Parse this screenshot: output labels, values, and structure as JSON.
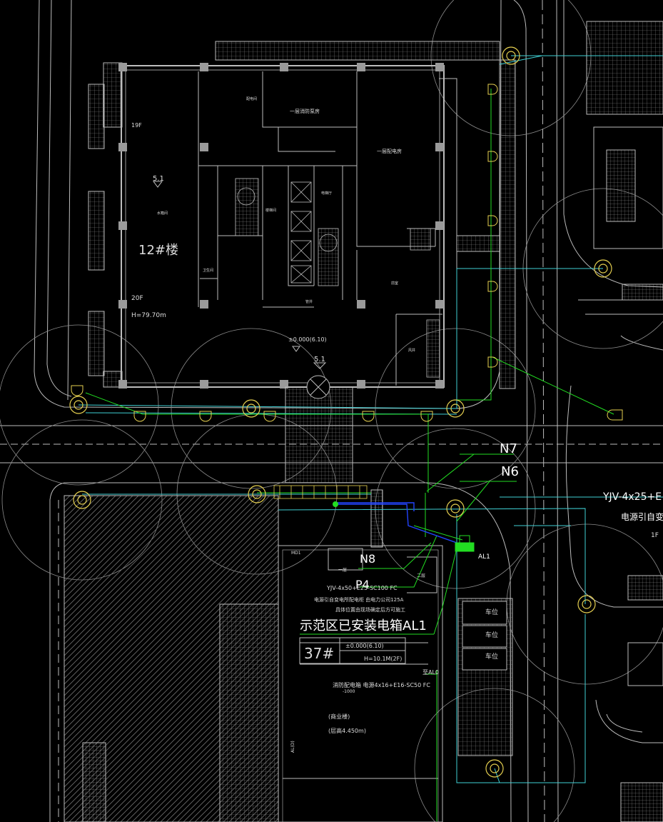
{
  "building_main": {
    "number": "12#楼",
    "floors_top": "19F",
    "floors_bottom": "20F",
    "height": "H=79.70m",
    "grid_mark": "5.1",
    "grid_mark_lower": "5.1",
    "elevation": "±0.000(6.10)",
    "room_fire_pump": "一层消防泵房",
    "room_power": "一层配电房",
    "room_small_a": "配电间",
    "room_small_b": "水箱间",
    "room_small_c": "楼梯间",
    "room_small_d": "电梯厅",
    "room_small_e": "前室",
    "room_small_f": "管井",
    "room_small_g": "风井",
    "room_small_h": "卫生间"
  },
  "circuits": {
    "n7": "N7",
    "n6": "N6",
    "n8": "N8",
    "p4": "P4",
    "al1": "AL1",
    "cable_right": "YJV-4x25+E",
    "cable_right_note": "电源引自变电",
    "right_floor": "1F"
  },
  "building_37": {
    "cable_main": "YJV-4x50+E25-SC100 FC",
    "note_line1": "电源引自变电所配电柜 由电力公司125A",
    "note_line2": "具体位置由现场确定后方可施工",
    "panel_label": "示范区已安装电箱AL1",
    "number": "37#",
    "elevation": "±0.000(6.10)",
    "height": "H=10.1M(2F)",
    "al0": "至AL0",
    "cable_second": "消防配电箱 电源4x16+E16-SC50 FC",
    "sub_note": "-1000",
    "room_name": "(商业楼)",
    "room_elev": "(层高4.450m)",
    "small_tag": "MD1",
    "side_tag": "AL(D)",
    "box_tag_a": "一层",
    "box_tag_b": "二层",
    "parking_a": "车位",
    "parking_b": "车位",
    "parking_c": "车位"
  },
  "colors": {
    "background": "#000000",
    "linework": "#bdbdbd",
    "cyan": "#3fd0d4",
    "green": "#22dd22",
    "blue": "#2244ff",
    "yellow": "#e6d050",
    "text": "#ffffff"
  }
}
